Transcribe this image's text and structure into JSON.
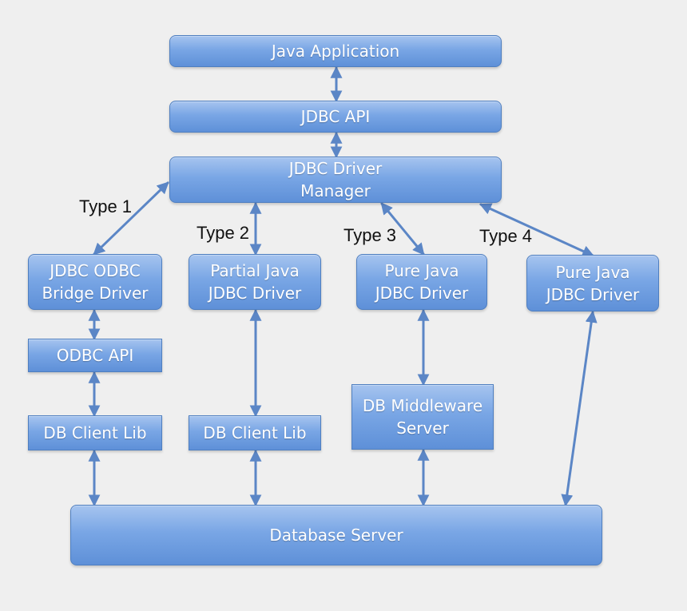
{
  "diagram": {
    "nodes": {
      "java_application": "Java Application",
      "jdbc_api": "JDBC API",
      "jdbc_driver_manager": "JDBC Driver\nManager",
      "jdbc_odbc_bridge_driver": "JDBC ODBC\nBridge Driver",
      "partial_java_jdbc_driver": "Partial Java\nJDBC Driver",
      "pure_java_jdbc_driver_type3": "Pure Java\nJDBC Driver",
      "pure_java_jdbc_driver_type4": "Pure Java\nJDBC Driver",
      "odbc_api": "ODBC API",
      "db_client_lib_type1": "DB Client Lib",
      "db_client_lib_type2": "DB Client Lib",
      "db_middleware_server": "DB Middleware\nServer",
      "database_server": "Database Server"
    },
    "labels": {
      "type1": "Type 1",
      "type2": "Type 2",
      "type3": "Type 3",
      "type4": "Type 4"
    },
    "colors": {
      "box_fill_top": "#a6c4ef",
      "box_fill_bottom": "#5e90d8",
      "box_border": "#4f7fc0",
      "connector": "#5b86c6",
      "background": "#efefef",
      "label_text": "#111111"
    }
  }
}
